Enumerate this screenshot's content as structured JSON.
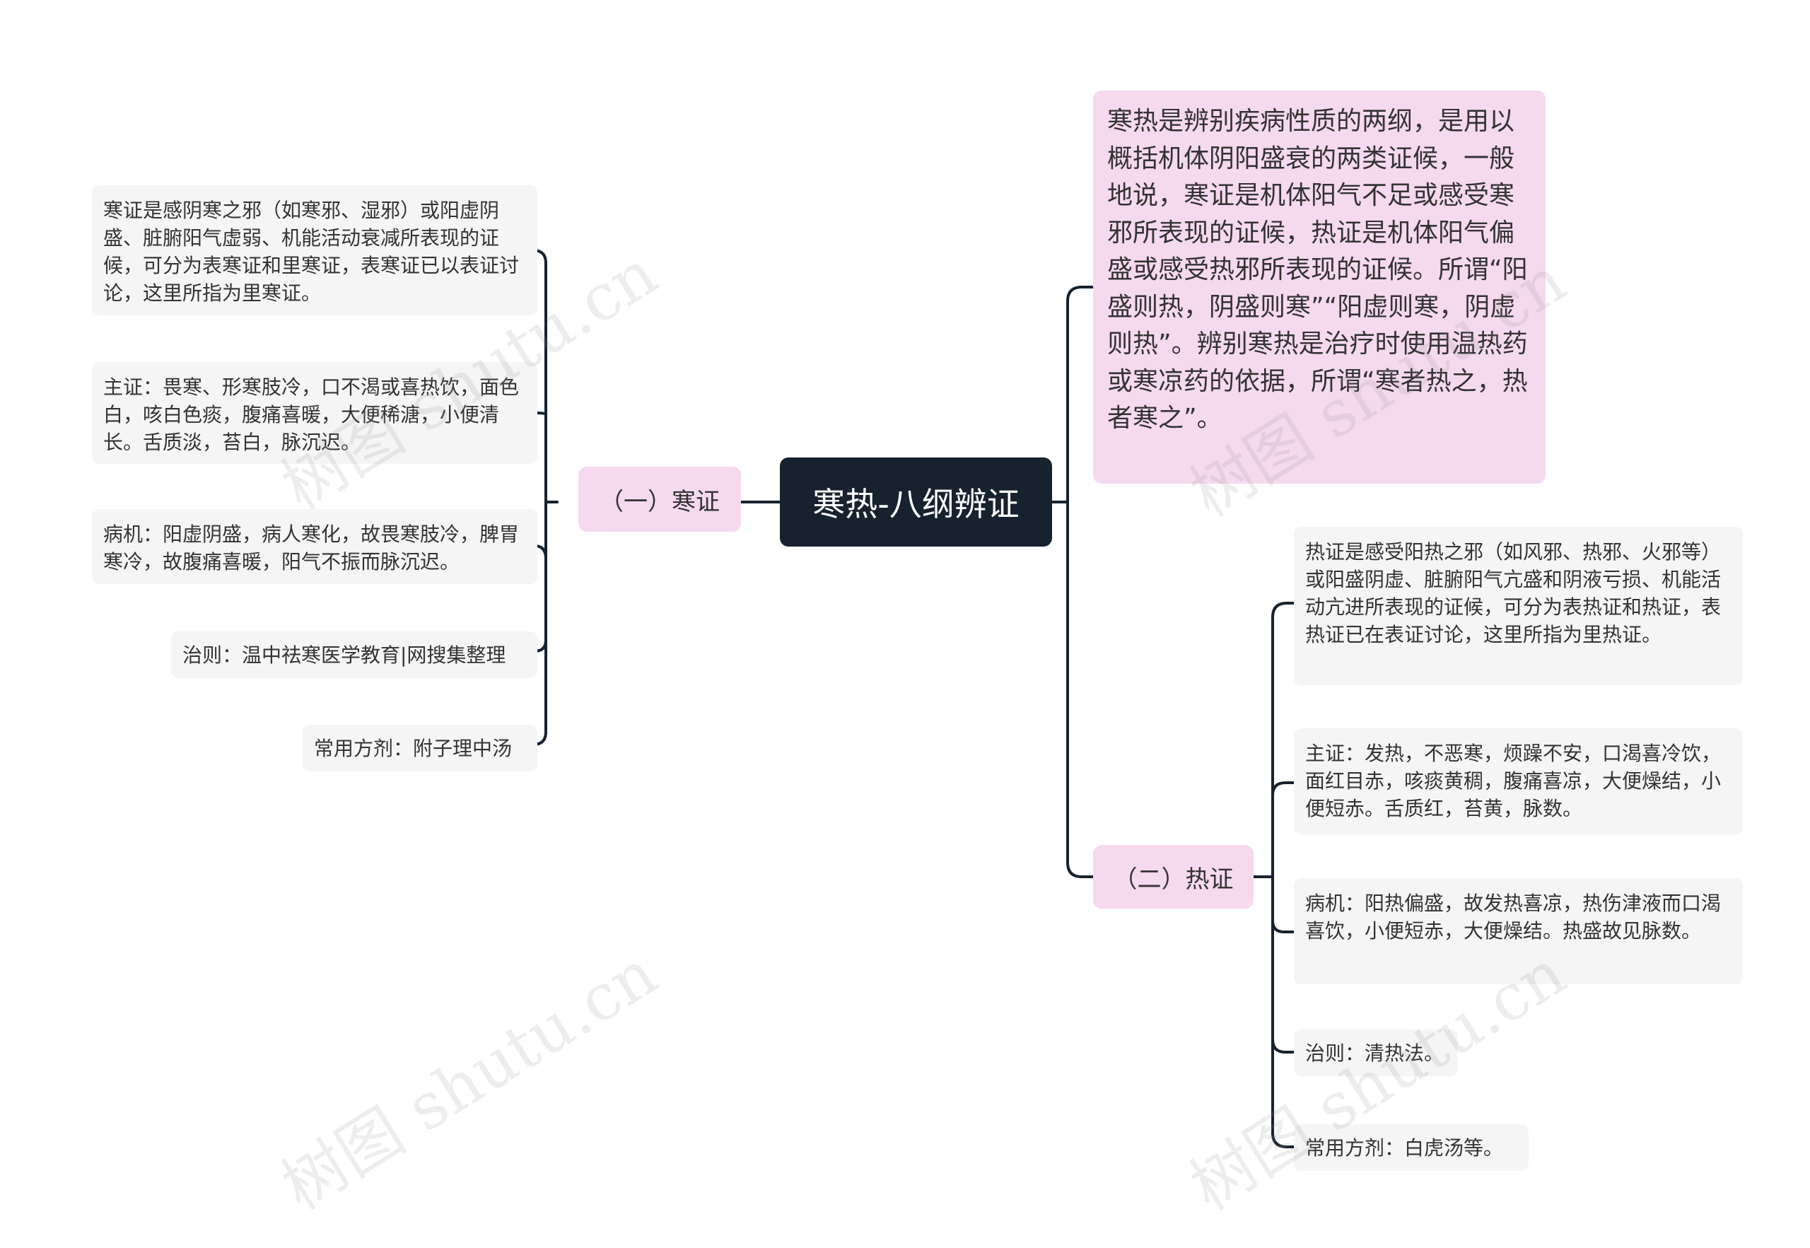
{
  "root": {
    "label": "寒热-八纲辨证"
  },
  "summary": {
    "text": "寒热是辨别疾病性质的两纲，是用以概括机体阴阳盛衰的两类证候，一般地说，寒证是机体阳气不足或感受寒邪所表现的证候，热证是机体阳气偏盛或感受热邪所表现的证候。所谓“阳盛则热，阴盛则寒”“阳虚则寒，阴虚则热”。辨别寒热是治疗时使用温热药或寒凉药的依据，所谓“寒者热之，热者寒之”。"
  },
  "cold": {
    "label": "（一）寒证",
    "items": [
      {
        "text": "寒证是感阴寒之邪（如寒邪、湿邪）或阳虚阴盛、脏腑阳气虚弱、机能活动衰减所表现的证候，可分为表寒证和里寒证，表寒证已以表证讨论，这里所指为里寒证。"
      },
      {
        "text": "主证：畏寒、形寒肢冷，口不渴或喜热饮，面色白，咳白色痰，腹痛喜暖，大便稀溏，小便清长。舌质淡，苔白，脉沉迟。"
      },
      {
        "text": "病机：阳虚阴盛，病人寒化，故畏寒肢冷，脾胃寒冷，故腹痛喜暖，阳气不振而脉沉迟。"
      },
      {
        "text": "治则：温中祛寒医学教育|网搜集整理"
      },
      {
        "text": "常用方剂：附子理中汤"
      }
    ]
  },
  "hot": {
    "label": "（二）热证",
    "items": [
      {
        "text": "热证是感受阳热之邪（如风邪、热邪、火邪等）或阳盛阴虚、脏腑阳气亢盛和阴液亏损、机能活动亢进所表现的证候，可分为表热证和热证，表热证已在表证讨论，这里所指为里热证。"
      },
      {
        "text": "主证：发热，不恶寒，烦躁不安，口渴喜冷饮，面红目赤，咳痰黄稠，腹痛喜凉，大便燥结，小便短赤。舌质红，苔黄，脉数。"
      },
      {
        "text": "病机：阳热偏盛，故发热喜凉，热伤津液而口渴喜饮，小便短赤，大便燥结。热盛故见脉数。"
      },
      {
        "text": "治则：清热法。"
      },
      {
        "text": "常用方剂：白虎汤等。"
      }
    ]
  },
  "watermark": {
    "text": "树图 shutu.cn"
  },
  "colors": {
    "root_bg": "#17222e",
    "branch_bg": "#f5d9ef",
    "leaf_bg": "#f5f5f5",
    "line": "#17222e"
  }
}
